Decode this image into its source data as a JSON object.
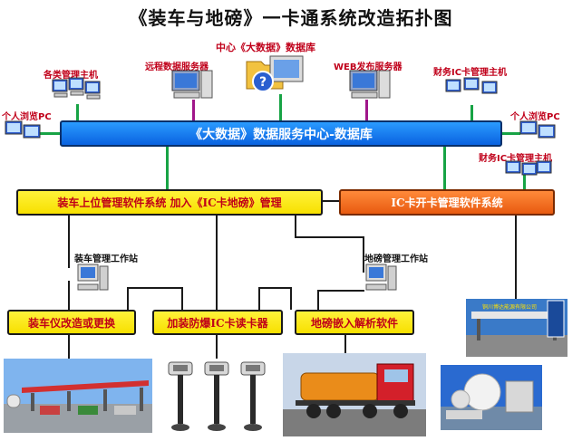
{
  "title": "《装车与地磅》一卡通系统改造拓扑图",
  "labels": {
    "center_db": "中心《大数据》数据库",
    "host_all": "各类管理主机",
    "remote_server": "远程数据服务器",
    "web_server": "WEB发布服务器",
    "finance_host_top": "财务IC卡管理主机",
    "pc_left": "个人浏览PC",
    "pc_right": "个人浏览PC",
    "finance_host_right": "财务IC卡管理主机",
    "load_ws": "装车管理工作站",
    "scale_ws": "地磅管理工作站"
  },
  "boxes": {
    "bus": "《大数据》数据服务中心-数据库",
    "upper": "装车上位管理软件系统 加入《IC卡地磅》管理",
    "ic_software": "IC卡开卡管理软件系统",
    "instrument": "装车仪改造或更换",
    "reader": "加装防爆IC卡读卡器",
    "scale_sw": "地磅嵌入解析软件"
  },
  "photo_text": {
    "station_sign": "铜川博达能源有限公司"
  },
  "colors": {
    "bus_blue": "#0a62e0",
    "box_yellow": "#f7e000",
    "box_orange": "#e85a10",
    "text_red": "#c0001a",
    "link_green": "#17a345",
    "link_purple": "#a0168a"
  }
}
